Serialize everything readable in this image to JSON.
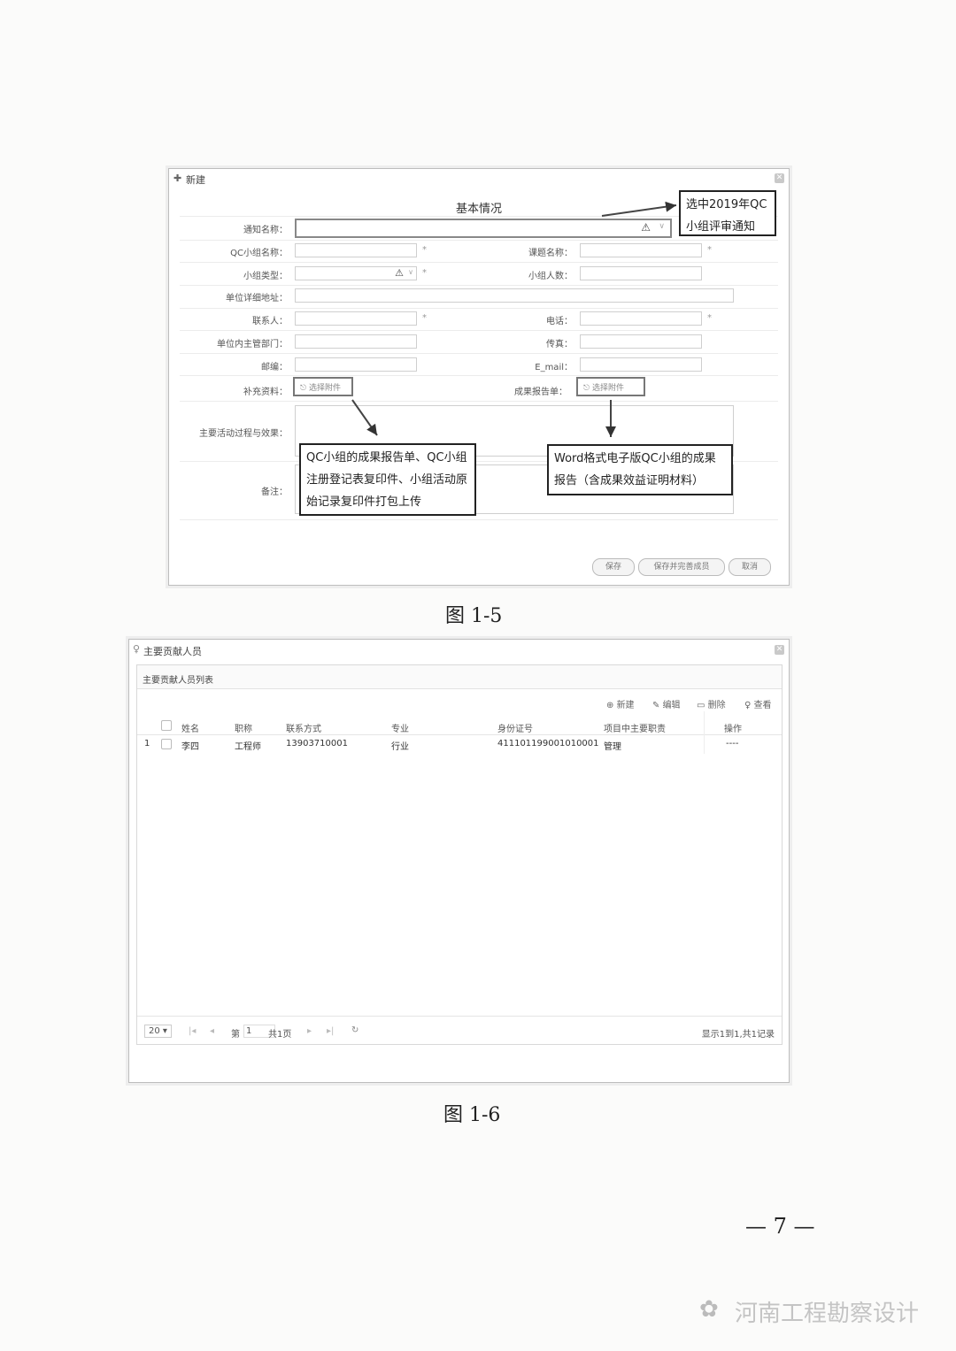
{
  "figure1": {
    "window_title": "新建",
    "section_title": "基本情况",
    "fields": {
      "notice_name": "通知名称：",
      "qc_group_name": "QC小组名称：",
      "topic_name": "课题名称：",
      "group_type": "小组类型：",
      "group_size": "小组人数：",
      "unit_address": "单位详细地址：",
      "contact": "联系人：",
      "phone": "电话：",
      "unit_dept": "单位内主管部门：",
      "fax": "传真：",
      "postcode": "邮编：",
      "email": "E_mail：",
      "supplement": "补充资料：",
      "report_form": "成果报告单：",
      "main_activity": "主要活动过程与效果：",
      "remark": "备注："
    },
    "attach_label": "选择附件",
    "required_mark": "*",
    "callouts": {
      "notice": "选中2019年QC小组评审通知",
      "supplement": "QC小组的成果报告单、QC小组注册登记表复印件、小组活动原始记录复印件打包上传",
      "report": "Word格式电子版QC小组的成果报告（含成果效益证明材料）"
    },
    "buttons": {
      "save": "保存",
      "save_and_add": "保存并完善成员",
      "cancel": "取消"
    },
    "caption": "图 1-5"
  },
  "figure2": {
    "window_title": "主要贡献人员",
    "panel_title": "主要贡献人员列表",
    "toolbar": {
      "add": "新建",
      "edit": "编辑",
      "delete": "删除",
      "view": "查看"
    },
    "columns": [
      "姓名",
      "职称",
      "联系方式",
      "专业",
      "身份证号",
      "项目中主要职责",
      "操作"
    ],
    "rows": [
      {
        "index": "1",
        "name": "李四",
        "title": "工程师",
        "contact": "13903710001",
        "major": "行业",
        "id_number": "411101199001010001",
        "duty": "管理",
        "action": "----"
      }
    ],
    "pager": {
      "page_size": "20 ▾",
      "page_prefix": "第",
      "page": "1",
      "total": "共1页",
      "summary": "显示1到1,共1记录"
    },
    "caption": "图 1-6"
  },
  "page_number": "— 7 —",
  "watermark": "河南工程勘察设计"
}
